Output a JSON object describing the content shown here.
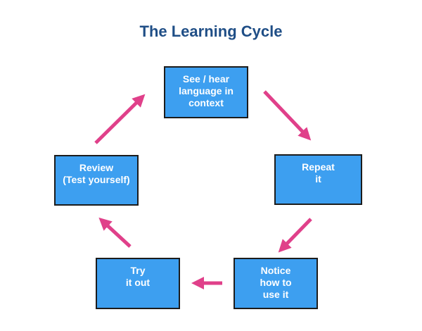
{
  "title": "The Learning Cycle",
  "colors": {
    "title": "#1f4e86",
    "box_fill": "#3d9ff0",
    "box_border": "#1c1c1c",
    "box_text": "#ffffff",
    "arrow": "#e0408a"
  },
  "nodes": [
    {
      "id": "see",
      "label": "See / hear\nlanguage in\ncontext"
    },
    {
      "id": "repeat",
      "label": "Repeat\nit"
    },
    {
      "id": "notice",
      "label": "Notice\nhow to\nuse it"
    },
    {
      "id": "try",
      "label": "Try\nit out"
    },
    {
      "id": "review",
      "label": "Review\n(Test yourself)"
    }
  ],
  "edges": [
    {
      "from": "see",
      "to": "repeat"
    },
    {
      "from": "repeat",
      "to": "notice"
    },
    {
      "from": "notice",
      "to": "try"
    },
    {
      "from": "try",
      "to": "review"
    },
    {
      "from": "review",
      "to": "see"
    }
  ]
}
